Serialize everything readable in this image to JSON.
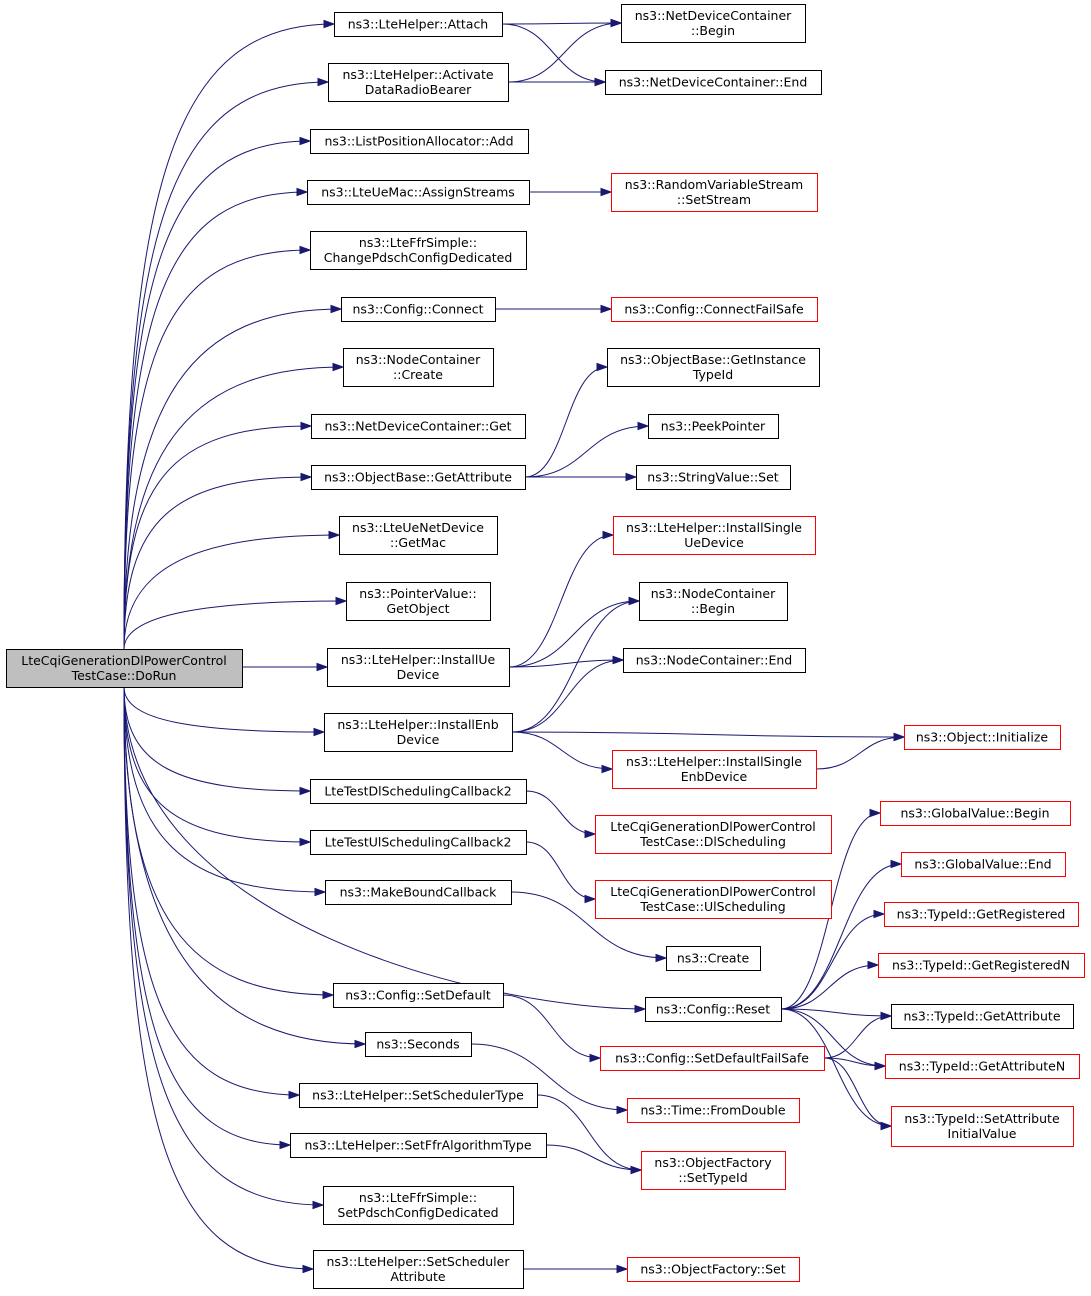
{
  "colors": {
    "edge": "#191970",
    "normal_border": "#000000",
    "incomplete_border": "#ff0000",
    "root_fill": "#bfbfbf"
  },
  "nodes": [
    {
      "id": "root",
      "lines": [
        "LteCqiGenerationDlPowerControl",
        "TestCase::DoRun"
      ],
      "style": "root"
    },
    {
      "id": "attach",
      "lines": [
        "ns3::LteHelper::Attach"
      ],
      "style": "black"
    },
    {
      "id": "activate",
      "lines": [
        "ns3::LteHelper::Activate",
        "DataRadioBearer"
      ],
      "style": "black"
    },
    {
      "id": "lpaAdd",
      "lines": [
        "ns3::ListPositionAllocator::Add"
      ],
      "style": "black"
    },
    {
      "id": "assignStreams",
      "lines": [
        "ns3::LteUeMac::AssignStreams"
      ],
      "style": "black"
    },
    {
      "id": "changePdsch",
      "lines": [
        "ns3::LteFfrSimple::",
        "ChangePdschConfigDedicated"
      ],
      "style": "black"
    },
    {
      "id": "cfgConnect",
      "lines": [
        "ns3::Config::Connect"
      ],
      "style": "black"
    },
    {
      "id": "ncCreate",
      "lines": [
        "ns3::NodeContainer",
        "::Create"
      ],
      "style": "black"
    },
    {
      "id": "ndcGet",
      "lines": [
        "ns3::NetDeviceContainer::Get"
      ],
      "style": "black"
    },
    {
      "id": "obGetAttr",
      "lines": [
        "ns3::ObjectBase::GetAttribute"
      ],
      "style": "black"
    },
    {
      "id": "getMac",
      "lines": [
        "ns3::LteUeNetDevice",
        "::GetMac"
      ],
      "style": "black"
    },
    {
      "id": "pvGetObject",
      "lines": [
        "ns3::PointerValue::",
        "GetObject"
      ],
      "style": "black"
    },
    {
      "id": "installUe",
      "lines": [
        "ns3::LteHelper::InstallUe",
        "Device"
      ],
      "style": "black"
    },
    {
      "id": "installEnb",
      "lines": [
        "ns3::LteHelper::InstallEnb",
        "Device"
      ],
      "style": "black"
    },
    {
      "id": "dlCb2",
      "lines": [
        "LteTestDlSchedulingCallback2"
      ],
      "style": "black"
    },
    {
      "id": "ulCb2",
      "lines": [
        "LteTestUlSchedulingCallback2"
      ],
      "style": "black"
    },
    {
      "id": "makeBound",
      "lines": [
        "ns3::MakeBoundCallback"
      ],
      "style": "black"
    },
    {
      "id": "cfgSetDefault",
      "lines": [
        "ns3::Config::SetDefault"
      ],
      "style": "black"
    },
    {
      "id": "seconds",
      "lines": [
        "ns3::Seconds"
      ],
      "style": "black"
    },
    {
      "id": "setSchedType",
      "lines": [
        "ns3::LteHelper::SetSchedulerType"
      ],
      "style": "black"
    },
    {
      "id": "setFfrType",
      "lines": [
        "ns3::LteHelper::SetFfrAlgorithmType"
      ],
      "style": "black"
    },
    {
      "id": "setPdsch",
      "lines": [
        "ns3::LteFfrSimple::",
        "SetPdschConfigDedicated"
      ],
      "style": "black"
    },
    {
      "id": "setSchedAttr",
      "lines": [
        "ns3::LteHelper::SetScheduler",
        "Attribute"
      ],
      "style": "black"
    },
    {
      "id": "ndcBegin",
      "lines": [
        "ns3::NetDeviceContainer",
        "::Begin"
      ],
      "style": "black"
    },
    {
      "id": "ndcEnd",
      "lines": [
        "ns3::NetDeviceContainer::End"
      ],
      "style": "black"
    },
    {
      "id": "rvsSetStream",
      "lines": [
        "ns3::RandomVariableStream",
        "::SetStream"
      ],
      "style": "red"
    },
    {
      "id": "cfgConnectFS",
      "lines": [
        "ns3::Config::ConnectFailSafe"
      ],
      "style": "red"
    },
    {
      "id": "obGetInstTid",
      "lines": [
        "ns3::ObjectBase::GetInstance",
        "TypeId"
      ],
      "style": "black"
    },
    {
      "id": "peekPointer",
      "lines": [
        "ns3::PeekPointer"
      ],
      "style": "black"
    },
    {
      "id": "svSet",
      "lines": [
        "ns3::StringValue::Set"
      ],
      "style": "black"
    },
    {
      "id": "installSingleUe",
      "lines": [
        "ns3::LteHelper::InstallSingle",
        "UeDevice"
      ],
      "style": "red"
    },
    {
      "id": "ncBegin",
      "lines": [
        "ns3::NodeContainer",
        "::Begin"
      ],
      "style": "black"
    },
    {
      "id": "ncEnd",
      "lines": [
        "ns3::NodeContainer::End"
      ],
      "style": "black"
    },
    {
      "id": "objInit",
      "lines": [
        "ns3::Object::Initialize"
      ],
      "style": "red"
    },
    {
      "id": "installSingleEnb",
      "lines": [
        "ns3::LteHelper::InstallSingle",
        "EnbDevice"
      ],
      "style": "red"
    },
    {
      "id": "dlSched",
      "lines": [
        "LteCqiGenerationDlPowerControl",
        "TestCase::DlScheduling"
      ],
      "style": "red"
    },
    {
      "id": "ulSched",
      "lines": [
        "LteCqiGenerationDlPowerControl",
        "TestCase::UlScheduling"
      ],
      "style": "red"
    },
    {
      "id": "create",
      "lines": [
        "ns3::Create"
      ],
      "style": "black"
    },
    {
      "id": "cfgReset",
      "lines": [
        "ns3::Config::Reset"
      ],
      "style": "black"
    },
    {
      "id": "cfgSetDefaultFS",
      "lines": [
        "ns3::Config::SetDefaultFailSafe"
      ],
      "style": "red"
    },
    {
      "id": "timeFromDouble",
      "lines": [
        "ns3::Time::FromDouble"
      ],
      "style": "red"
    },
    {
      "id": "ofSetTypeId",
      "lines": [
        "ns3::ObjectFactory",
        "::SetTypeId"
      ],
      "style": "red"
    },
    {
      "id": "ofSet",
      "lines": [
        "ns3::ObjectFactory::Set"
      ],
      "style": "red"
    },
    {
      "id": "gvBegin",
      "lines": [
        "ns3::GlobalValue::Begin"
      ],
      "style": "red"
    },
    {
      "id": "gvEnd",
      "lines": [
        "ns3::GlobalValue::End"
      ],
      "style": "red"
    },
    {
      "id": "tidGetReg",
      "lines": [
        "ns3::TypeId::GetRegistered"
      ],
      "style": "red"
    },
    {
      "id": "tidGetRegN",
      "lines": [
        "ns3::TypeId::GetRegisteredN"
      ],
      "style": "red"
    },
    {
      "id": "tidGetAttr",
      "lines": [
        "ns3::TypeId::GetAttribute"
      ],
      "style": "black"
    },
    {
      "id": "tidGetAttrN",
      "lines": [
        "ns3::TypeId::GetAttributeN"
      ],
      "style": "red"
    },
    {
      "id": "tidSetAttrInit",
      "lines": [
        "ns3::TypeId::SetAttribute",
        "InitialValue"
      ],
      "style": "red"
    }
  ],
  "edges": [
    [
      "root",
      "attach"
    ],
    [
      "root",
      "activate"
    ],
    [
      "root",
      "lpaAdd"
    ],
    [
      "root",
      "assignStreams"
    ],
    [
      "root",
      "changePdsch"
    ],
    [
      "root",
      "cfgConnect"
    ],
    [
      "root",
      "ncCreate"
    ],
    [
      "root",
      "ndcGet"
    ],
    [
      "root",
      "obGetAttr"
    ],
    [
      "root",
      "getMac"
    ],
    [
      "root",
      "pvGetObject"
    ],
    [
      "root",
      "installUe"
    ],
    [
      "root",
      "installEnb"
    ],
    [
      "root",
      "dlCb2"
    ],
    [
      "root",
      "ulCb2"
    ],
    [
      "root",
      "makeBound"
    ],
    [
      "root",
      "cfgReset"
    ],
    [
      "root",
      "cfgSetDefault"
    ],
    [
      "root",
      "seconds"
    ],
    [
      "root",
      "setSchedType"
    ],
    [
      "root",
      "setFfrType"
    ],
    [
      "root",
      "setPdsch"
    ],
    [
      "root",
      "setSchedAttr"
    ],
    [
      "attach",
      "ndcBegin"
    ],
    [
      "attach",
      "ndcEnd"
    ],
    [
      "activate",
      "ndcBegin"
    ],
    [
      "activate",
      "ndcEnd"
    ],
    [
      "assignStreams",
      "rvsSetStream"
    ],
    [
      "cfgConnect",
      "cfgConnectFS"
    ],
    [
      "obGetAttr",
      "obGetInstTid"
    ],
    [
      "obGetAttr",
      "peekPointer"
    ],
    [
      "obGetAttr",
      "svSet"
    ],
    [
      "installUe",
      "installSingleUe"
    ],
    [
      "installUe",
      "ncBegin"
    ],
    [
      "installUe",
      "ncEnd"
    ],
    [
      "installEnb",
      "ncBegin"
    ],
    [
      "installEnb",
      "ncEnd"
    ],
    [
      "installEnb",
      "objInit"
    ],
    [
      "installEnb",
      "installSingleEnb"
    ],
    [
      "installSingleEnb",
      "objInit"
    ],
    [
      "dlCb2",
      "dlSched"
    ],
    [
      "ulCb2",
      "ulSched"
    ],
    [
      "makeBound",
      "create"
    ],
    [
      "cfgSetDefault",
      "cfgSetDefaultFS"
    ],
    [
      "seconds",
      "timeFromDouble"
    ],
    [
      "setSchedType",
      "ofSetTypeId"
    ],
    [
      "setFfrType",
      "ofSetTypeId"
    ],
    [
      "setSchedAttr",
      "ofSet"
    ],
    [
      "cfgReset",
      "gvBegin"
    ],
    [
      "cfgReset",
      "gvEnd"
    ],
    [
      "cfgReset",
      "tidGetReg"
    ],
    [
      "cfgReset",
      "tidGetRegN"
    ],
    [
      "cfgReset",
      "tidGetAttr"
    ],
    [
      "cfgReset",
      "tidGetAttrN"
    ],
    [
      "cfgReset",
      "tidSetAttrInit"
    ],
    [
      "cfgSetDefaultFS",
      "tidGetAttr"
    ],
    [
      "cfgSetDefaultFS",
      "tidGetAttrN"
    ],
    [
      "cfgSetDefaultFS",
      "tidSetAttrInit"
    ]
  ]
}
